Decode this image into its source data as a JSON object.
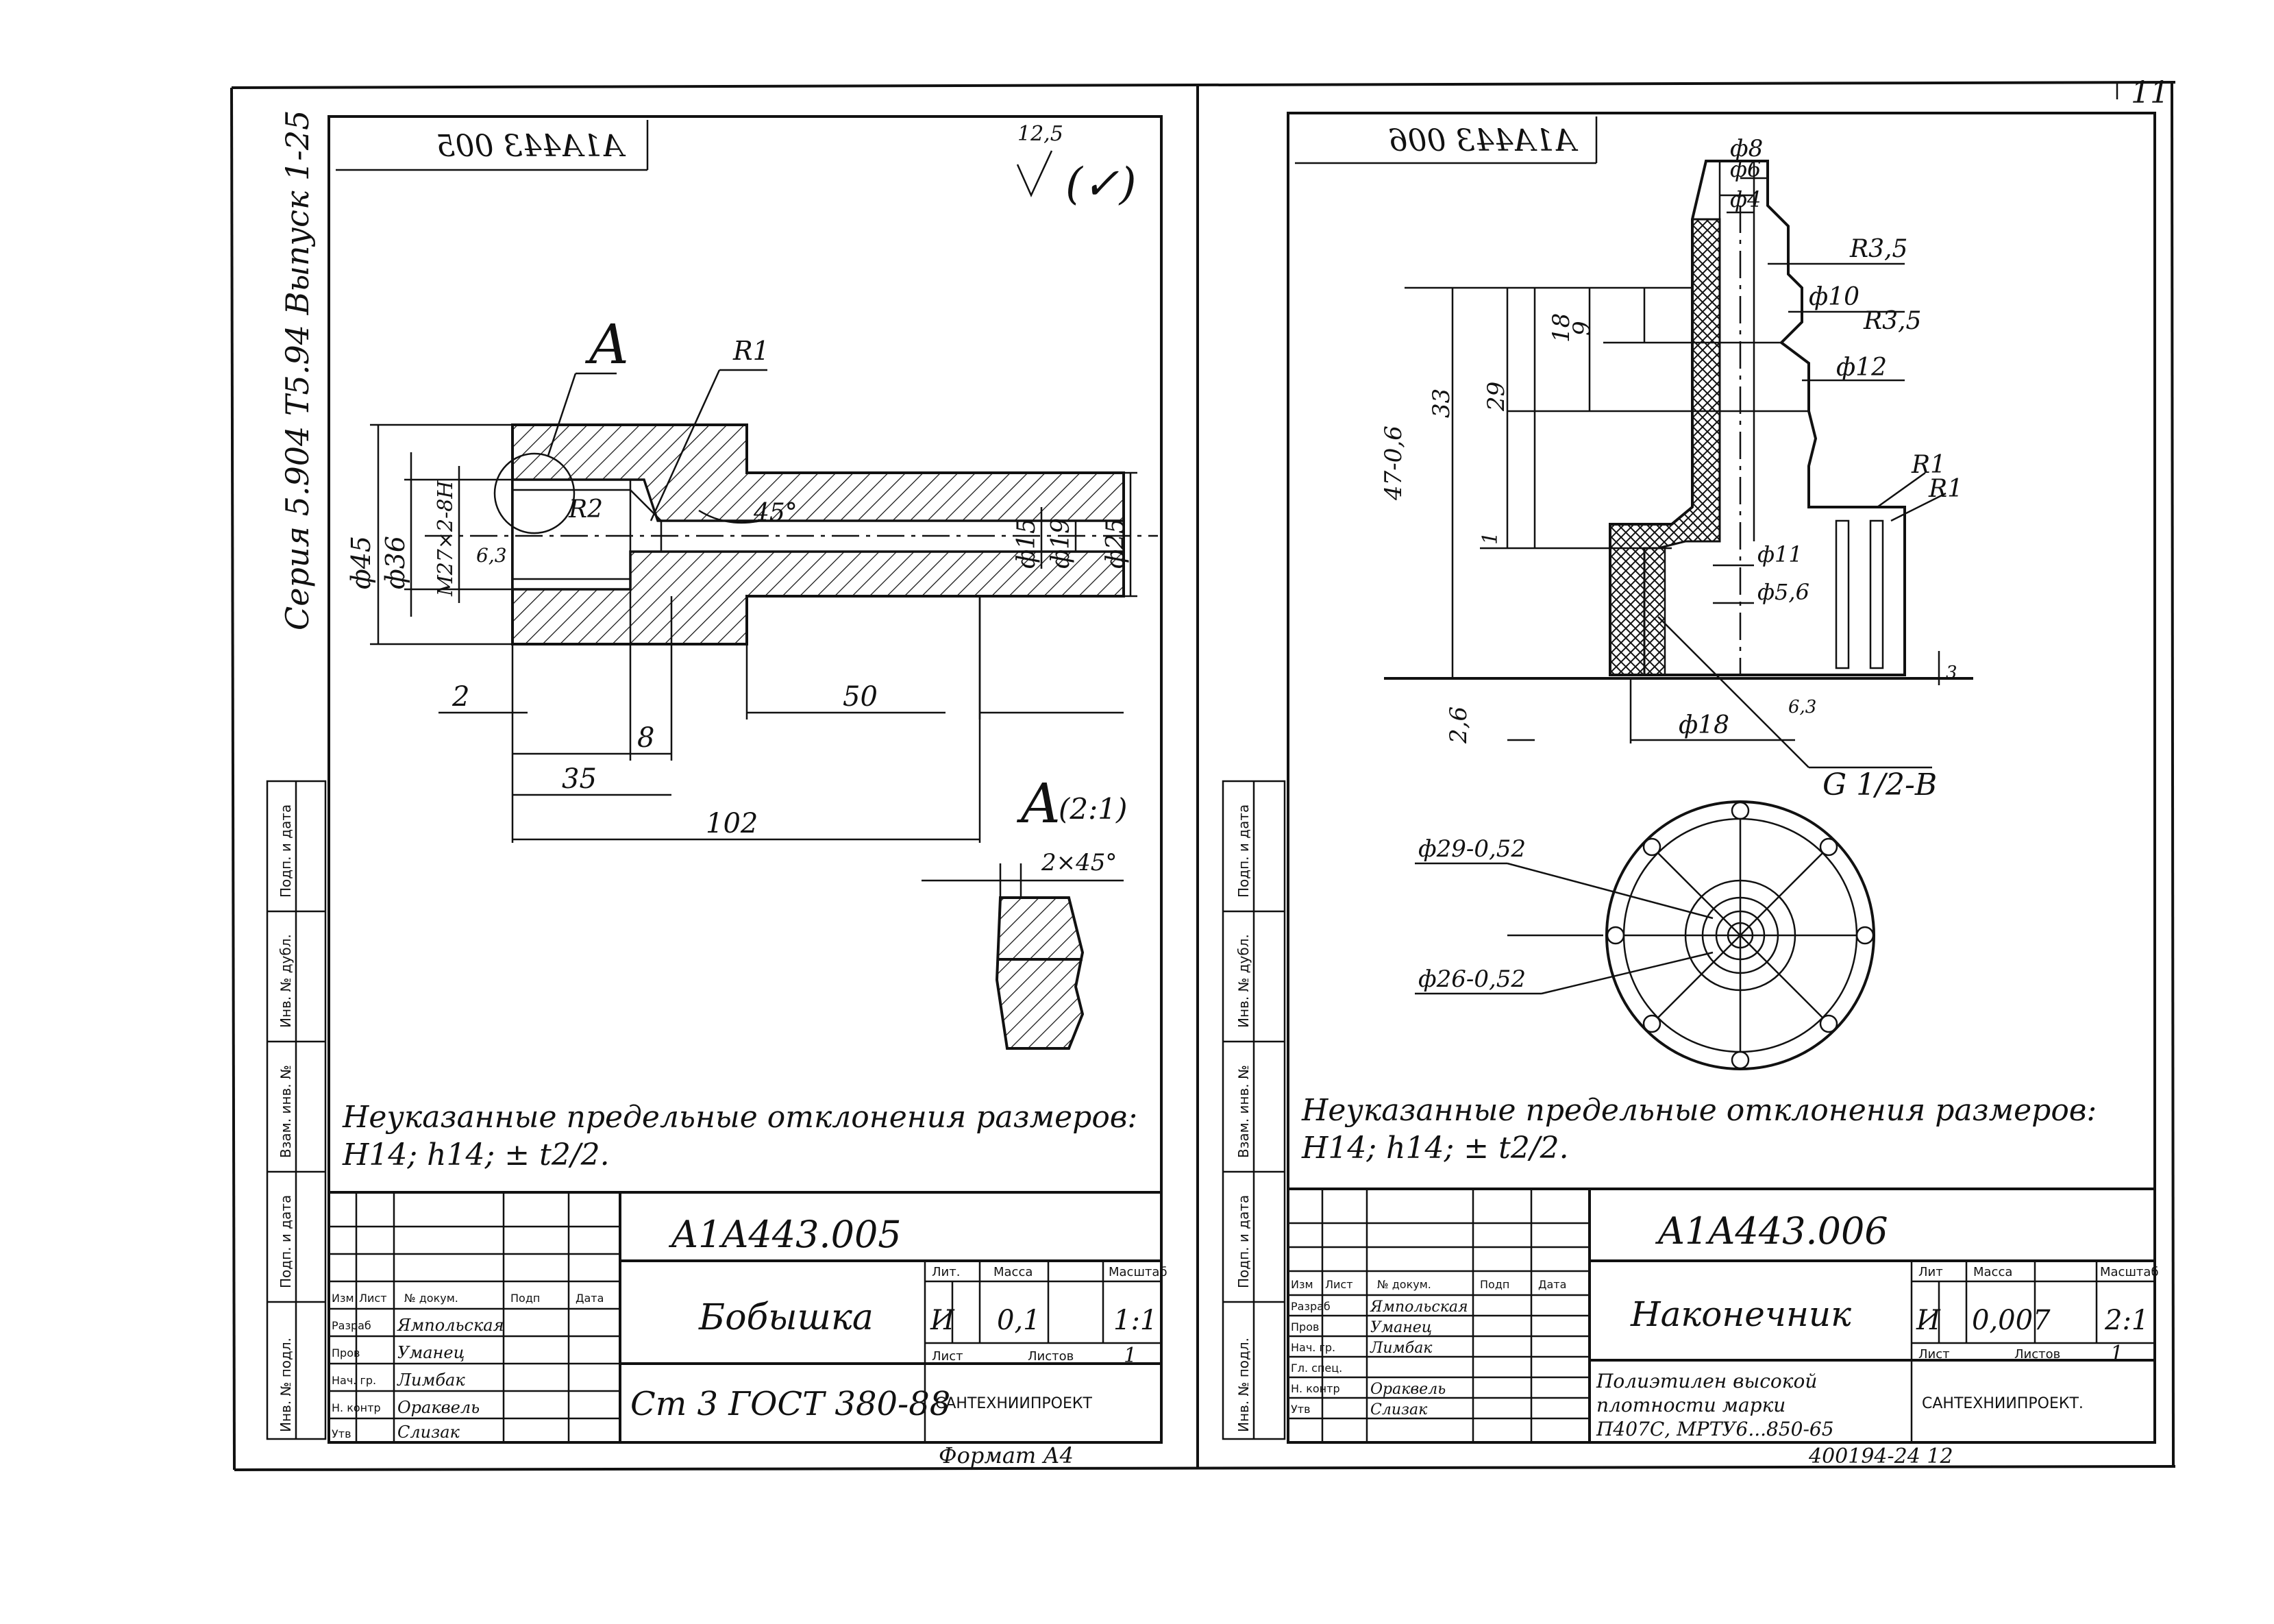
{
  "left_sheet": {
    "mirrored_code": "A1A443 005",
    "roughness": "12,5",
    "roughness_paren": "(✓)",
    "section_label": "A",
    "labels": {
      "r1": "R1",
      "r2": "R2",
      "thread": "M27×2-8H",
      "d45": "ф45",
      "d36": "ф36",
      "rough63": "6,3",
      "angle45": "45°",
      "d15": "ф15",
      "d19": "ф19",
      "d25": "ф25",
      "dim2": "2",
      "dim8": "8",
      "dim50": "50",
      "dim35": "35",
      "dim102": "102",
      "detail": "A",
      "detail_scale": "(2:1)",
      "chamfer": "2×45°"
    },
    "note_line1": "Неуказанные предельные отклонения размеров:",
    "note_line2": "H14; h14; ± t2/2.",
    "title_block": {
      "designation": "A1A443.005",
      "name": "Бобышка",
      "lit_head": "Лит.",
      "mass_head": "Масса",
      "scale_head": "Масштаб",
      "lit": "И",
      "mass": "0,1",
      "scale": "1:1",
      "sheet_head": "Лист",
      "sheets_head": "Листов",
      "sheets": "1",
      "material": "Ст 3 ГОСТ 380-88",
      "org": "САНТЕХНИИПРОЕКТ",
      "col_headers": [
        "Изм",
        "Лист",
        "№ докум.",
        "Подп",
        "Дата"
      ],
      "rows": [
        [
          "Разраб",
          "Ямпольская"
        ],
        [
          "Пров",
          "Уманец"
        ],
        [
          "Нач. гр.",
          "Лимбак"
        ],
        [
          "Н. контр",
          "Ораквель"
        ],
        [
          "Утв",
          "Слизак"
        ]
      ],
      "format": "Формат А4"
    },
    "side_stamp": "Серия 5.904 Т5.94  Выпуск 1-25"
  },
  "right_sheet": {
    "mirrored_code": "A1A443 006",
    "page_number": "11",
    "labels": {
      "d8": "ф8",
      "d6": "ф6",
      "d4": "ф4",
      "r35a": "R3,5",
      "d10": "ф10",
      "r35b": "R3,5",
      "d12": "ф12",
      "r1a": "R1",
      "r1b": "R1",
      "d11": "ф11",
      "d56": "ф5,6",
      "dim9": "9",
      "dim18": "18",
      "dim29": "29",
      "dim33": "33",
      "dim47": "47-0,6",
      "dim1": "1",
      "dim26": "2,6",
      "d18": "ф18",
      "thread": "G 1/2-B",
      "rough": "6,3",
      "d29": "ф29-0,52",
      "d26": "ф26-0,52",
      "dim3": "3"
    },
    "note_line1": "Неуказанные предельные отклонения размеров:",
    "note_line2": "H14; h14; ± t2/2.",
    "title_block": {
      "designation": "A1A443.006",
      "name": "Наконечник",
      "lit_head": "Лит",
      "mass_head": "Масса",
      "scale_head": "Масштаб",
      "lit": "И",
      "mass": "0,007",
      "scale": "2:1",
      "sheet_head": "Лист",
      "sheets_head": "Листов",
      "sheets": "1",
      "material_line1": "Полиэтилен высокой",
      "material_line2": "плотности марки",
      "material_line3": "П407С, МРТУ6...850-65",
      "org": "САНТЕХНИИПРОЕКТ.",
      "col_headers": [
        "Изм",
        "Лист",
        "№ докум.",
        "Подп",
        "Дата"
      ],
      "rows": [
        [
          "Разраб",
          "Ямпольская"
        ],
        [
          "Пров",
          "Уманец"
        ],
        [
          "Нач. гр.",
          "Лимбак"
        ],
        [
          "Гл. спец.",
          ""
        ],
        [
          "Н. контр",
          "Ораквель"
        ],
        [
          "Утв",
          "Слизак"
        ]
      ],
      "footer_code": "400194-24  12"
    }
  },
  "margin_stamps": [
    "Подп. и дата",
    "Инв. № дубл.",
    "Взам. инв. №",
    "Подп. и дата",
    "Инв. № подл."
  ]
}
